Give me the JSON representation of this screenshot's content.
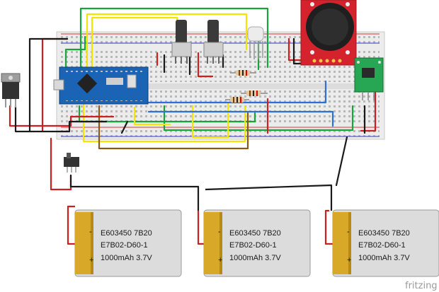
{
  "diagram": {
    "components": {
      "microcontroller": "arduino-nano",
      "joystick": "joystick-module",
      "potentiometers": 2,
      "led": "rgb-led",
      "resistors": 3,
      "voltage_regulator": "to-220-regulator",
      "switch": "slide-switch",
      "sensor_board": "green-breakout-board"
    },
    "batteries": [
      {
        "line1": "E603450 7B20",
        "line2": "E7B02-D60-1",
        "line3": "1000mAh 3.7V",
        "minus": "-",
        "plus": "+"
      },
      {
        "line1": "E603450 7B20",
        "line2": "E7B02-D60-1",
        "line3": "1000mAh 3.7V",
        "minus": "-",
        "plus": "+"
      },
      {
        "line1": "E603450 7B20",
        "line2": "E7B02-D60-1",
        "line3": "1000mAh 3.7V",
        "minus": "-",
        "plus": "+"
      }
    ],
    "watermark": "fritzing",
    "wire_colors": {
      "red": "#cc1f1f",
      "black": "#1a1a1a",
      "yellow": "#f2e600",
      "green": "#17a539",
      "blue": "#2f6fd6",
      "brown": "#8a5a14"
    }
  }
}
